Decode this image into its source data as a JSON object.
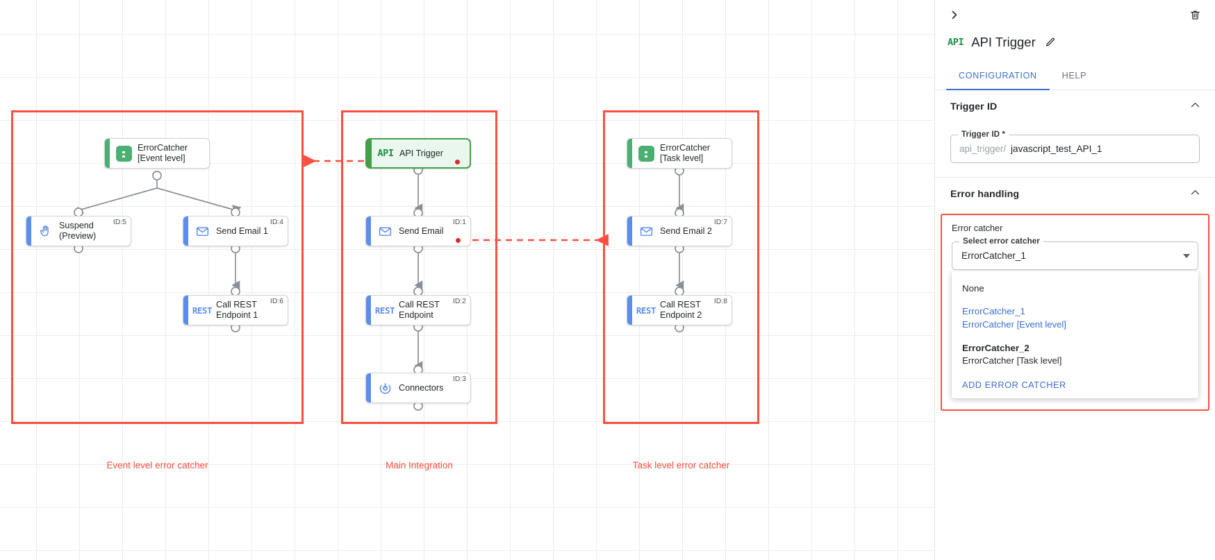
{
  "canvas": {
    "groups": [
      {
        "caption": "Event level error catcher"
      },
      {
        "caption": "Main Integration"
      },
      {
        "caption": "Task level error catcher"
      }
    ],
    "nodes": {
      "error_catcher_event": {
        "label": "ErrorCatcher\n[Event level]",
        "icon": "error-catcher-icon",
        "id_badge": ""
      },
      "suspend": {
        "label": "Suspend\n(Preview)",
        "icon": "hand-icon",
        "id_badge": "ID:5"
      },
      "send_email_1": {
        "label": "Send Email 1",
        "icon": "envelope-icon",
        "id_badge": "ID:4"
      },
      "call_rest_1": {
        "label": "Call REST\nEndpoint 1",
        "icon": "rest-icon",
        "id_badge": "ID:6"
      },
      "api_trigger": {
        "label": "API Trigger",
        "icon": "api-icon",
        "id_badge": ""
      },
      "send_email": {
        "label": "Send Email",
        "icon": "envelope-icon",
        "id_badge": "ID:1"
      },
      "call_rest": {
        "label": "Call REST\nEndpoint",
        "icon": "rest-icon",
        "id_badge": "ID:2"
      },
      "connectors": {
        "label": "Connectors",
        "icon": "connectors-icon",
        "id_badge": "ID:3"
      },
      "error_catcher_task": {
        "label": "ErrorCatcher\n[Task level]",
        "icon": "error-catcher-icon",
        "id_badge": ""
      },
      "send_email_2": {
        "label": "Send Email 2",
        "icon": "envelope-icon",
        "id_badge": "ID:7"
      },
      "call_rest_2": {
        "label": "Call REST\nEndpoint 2",
        "icon": "rest-icon",
        "id_badge": "ID:8"
      }
    }
  },
  "panel": {
    "title": "API Trigger",
    "title_icon": "api-icon",
    "expand_icon": "chevron-right-icon",
    "delete_icon": "trash-icon",
    "edit_icon": "pencil-icon",
    "tabs": [
      {
        "label": "CONFIGURATION",
        "active": true
      },
      {
        "label": "HELP",
        "active": false
      }
    ],
    "trigger_id_section": {
      "heading": "Trigger ID",
      "field_label": "Trigger ID *",
      "prefix": "api_trigger/",
      "value": "javascript_test_API_1"
    },
    "error_handling_section": {
      "heading": "Error handling",
      "box_title": "Error catcher",
      "select_label": "Select error catcher",
      "selected_value": "ErrorCatcher_1",
      "options": [
        {
          "primary": "None",
          "secondary": "",
          "selected": false,
          "bold": false
        },
        {
          "primary": "ErrorCatcher_1",
          "secondary": "ErrorCatcher [Event level]",
          "selected": true,
          "bold": false
        },
        {
          "primary": "ErrorCatcher_2",
          "secondary": "ErrorCatcher [Task level]",
          "selected": false,
          "bold": true
        }
      ],
      "add_link": "ADD ERROR CATCHER"
    }
  },
  "colors": {
    "accent_blue": "#5b8def",
    "accent_green": "#4caf72",
    "error_red": "#f9503f",
    "link_blue": "#3a6fd8"
  }
}
